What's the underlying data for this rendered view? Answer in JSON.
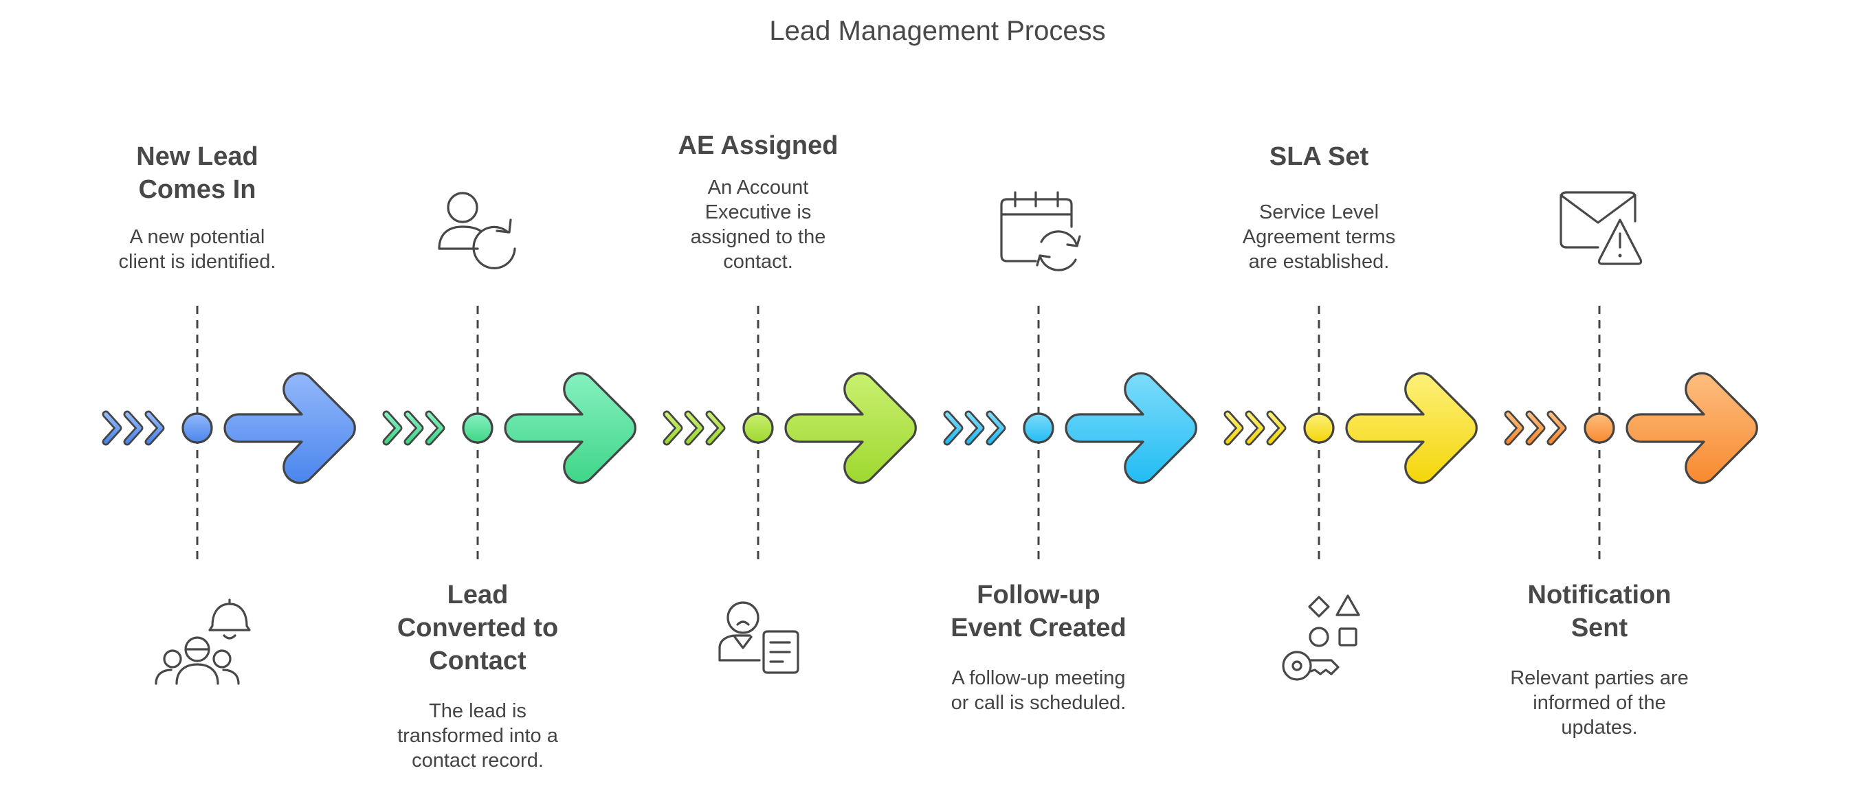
{
  "diagram": {
    "title": "Lead Management Process",
    "steps": [
      {
        "title": "New Lead Comes In",
        "title_lines": [
          "New Lead",
          "Comes In"
        ],
        "description_lines": [
          "A new potential",
          "client is identified."
        ],
        "icon": "people-bell-icon",
        "color_light": "#93b8fb",
        "color_dark": "#4b86ee"
      },
      {
        "title": "Lead Converted to Contact",
        "title_lines": [
          "Lead",
          "Converted to",
          "Contact"
        ],
        "description_lines": [
          "The lead is",
          "transformed into a",
          "contact record."
        ],
        "icon": "user-refresh-icon",
        "color_light": "#86f0c0",
        "color_dark": "#3fd688"
      },
      {
        "title": "AE Assigned",
        "title_lines": [
          "AE Assigned"
        ],
        "description_lines": [
          "An Account",
          "Executive is",
          "assigned to the",
          "contact."
        ],
        "icon": "executive-document-icon",
        "color_light": "#c9f070",
        "color_dark": "#9ed830"
      },
      {
        "title": "Follow-up Event Created",
        "title_lines": [
          "Follow-up",
          "Event Created"
        ],
        "description_lines": [
          "A follow-up meeting",
          "or call is scheduled."
        ],
        "icon": "calendar-refresh-icon",
        "color_light": "#7ddcfb",
        "color_dark": "#22bcf4"
      },
      {
        "title": "SLA Set",
        "title_lines": [
          "SLA Set"
        ],
        "description_lines": [
          "Service Level",
          "Agreement terms",
          "are established."
        ],
        "icon": "shapes-key-icon",
        "color_light": "#fdf07a",
        "color_dark": "#f4d60a"
      },
      {
        "title": "Notification Sent",
        "title_lines": [
          "Notification",
          "Sent"
        ],
        "description_lines": [
          "Relevant parties are",
          "informed of the",
          "updates."
        ],
        "icon": "mail-alert-icon",
        "color_light": "#fdbe7f",
        "color_dark": "#f88a30"
      }
    ]
  }
}
